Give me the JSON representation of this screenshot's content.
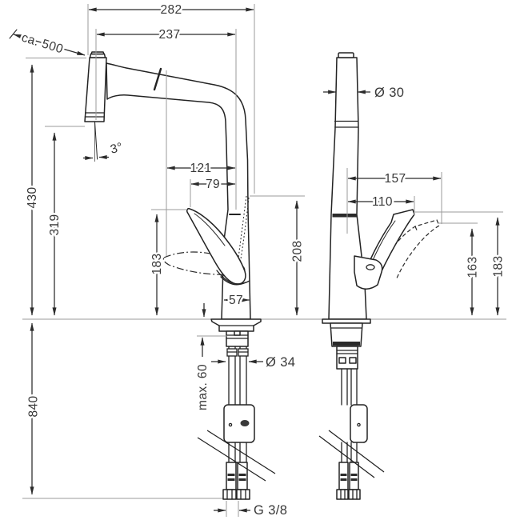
{
  "drawing": {
    "title": "faucet-dimensional-drawing",
    "views": {
      "left": "front-view-with-pullout-spray",
      "right": "side-view"
    },
    "dims": {
      "d282": "282",
      "d237": "237",
      "ca500": "ca. 500",
      "deg3": "3°",
      "d430": "430",
      "d319": "319",
      "d840": "840",
      "d183_left": "183",
      "d121": "121",
      "d79": "79",
      "d57": "57",
      "d208": "208",
      "o34": "Ø 34",
      "max60": "max. 60",
      "g38": "G 3/8",
      "o30": "Ø 30",
      "d157": "157",
      "d110": "110",
      "d163": "163",
      "d183_right": "183"
    },
    "colors": {
      "line": "#232323",
      "dimension": "#2b2b2b",
      "extension": "#9b9b9b",
      "text": "#383838",
      "background": "#ffffff"
    }
  }
}
